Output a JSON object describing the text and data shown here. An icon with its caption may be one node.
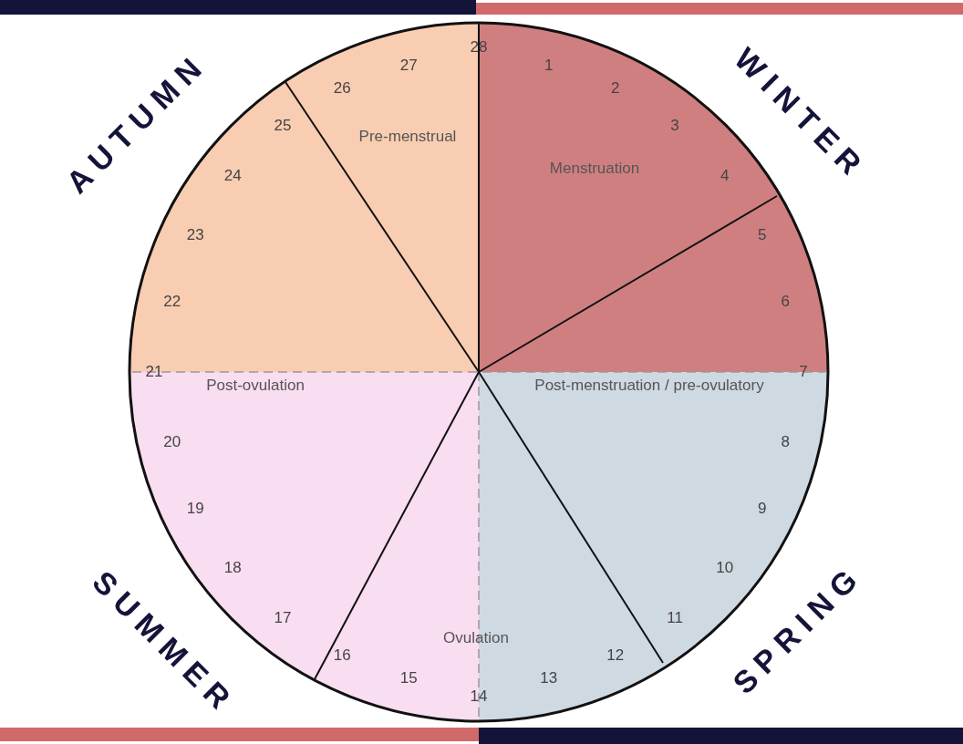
{
  "diagram": {
    "nodes": [
      {
        "text": [
          "Pre-menstrual"
        ]
      },
      {
        "text": [
          "Menstruation"
        ]
      },
      {
        "text": [
          "Post-ovulation"
        ]
      },
      {
        "text": [
          "Post-menstruation / pre-ovulatory"
        ]
      },
      {
        "text": [
          "Ovulation"
        ]
      }
    ],
    "labels": [
      "AUTUMN",
      "WINTER",
      "SUMMER",
      "SPRING",
      "1",
      "2",
      "3",
      "4",
      "5",
      "6",
      "7",
      "8",
      "9",
      "10",
      "11",
      "12",
      "13",
      "14",
      "15",
      "16",
      "17",
      "18",
      "19",
      "20",
      "21",
      "22",
      "23",
      "24",
      "25",
      "26",
      "27",
      "28"
    ]
  }
}
